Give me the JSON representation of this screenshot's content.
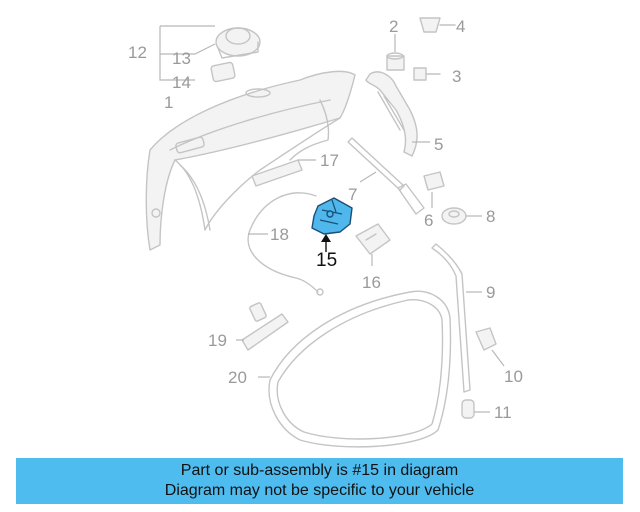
{
  "callouts": {
    "c1": "1",
    "c2": "2",
    "c3": "3",
    "c4": "4",
    "c5": "5",
    "c6": "6",
    "c7": "7",
    "c8": "8",
    "c9": "9",
    "c10": "10",
    "c11": "11",
    "c12": "12",
    "c13": "13",
    "c14": "14",
    "c15": "15",
    "c16": "16",
    "c17": "17",
    "c18": "18",
    "c19": "19",
    "c20": "20"
  },
  "highlighted_part": "15",
  "colors": {
    "highlight": "#4fb7ec",
    "banner": "#4fbcf0",
    "line_art": "#c4c4c4",
    "callout_text": "#9a9a9a"
  },
  "banner": {
    "line1": "Part or sub-assembly is #15 in diagram",
    "line2": "Diagram may not be specific to your vehicle"
  }
}
